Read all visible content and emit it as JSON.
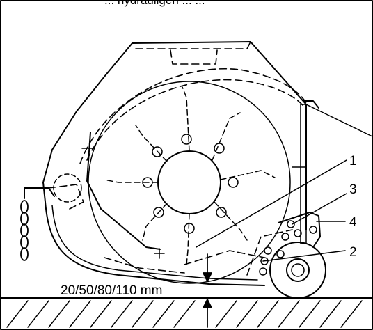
{
  "caption_fragment": "... hydrauligen ... ...",
  "callouts": {
    "label_1": "1",
    "label_2": "2",
    "label_3": "3",
    "label_4": "4"
  },
  "dimension_text": "20/50/80/110 mm"
}
